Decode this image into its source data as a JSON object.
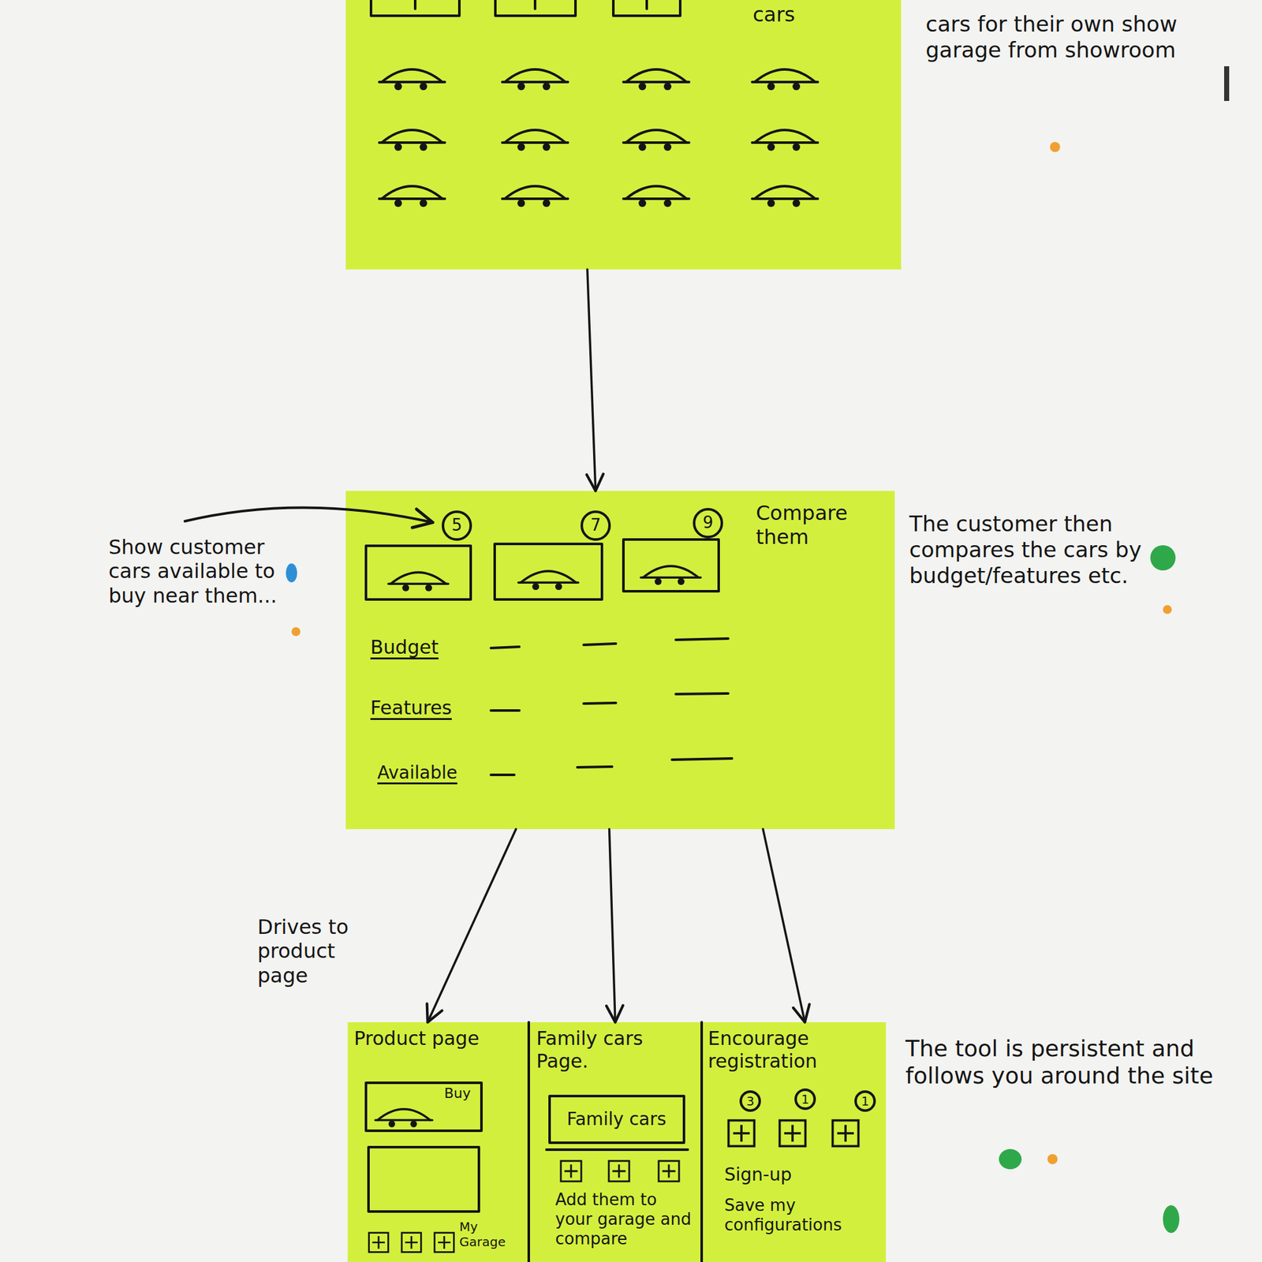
{
  "diagram": {
    "nodes": [
      {
        "text": [
          "cars"
        ]
      },
      {
        "text": [
          "Compare them"
        ]
      },
      {
        "text": [
          "Product page"
        ]
      },
      {
        "text": [
          "Family cars Page."
        ]
      },
      {
        "text": [
          "Encourage registration"
        ]
      }
    ],
    "edges": [
      {
        "from": 0,
        "to": 1,
        "arrow": "to"
      },
      {
        "from": 1,
        "to": 2,
        "arrow": "to",
        "label": "Drives to product page"
      },
      {
        "from": 1,
        "to": 3,
        "arrow": "to"
      },
      {
        "from": 1,
        "to": 4,
        "arrow": "to"
      }
    ],
    "labels": [
      "cars for their own show garage from showroom",
      "Show customer cars available to buy near them...",
      "5",
      "7",
      "9",
      "Budget",
      "Features",
      "Available",
      "The customer then compares the cars by budget/features etc.",
      "Buy",
      "My Garage",
      "Family cars",
      "Add them to your garage and compare",
      "3",
      "1",
      "1",
      "Sign-up",
      "Save my configurations",
      "The tool is persistent and follows you around the site"
    ]
  }
}
